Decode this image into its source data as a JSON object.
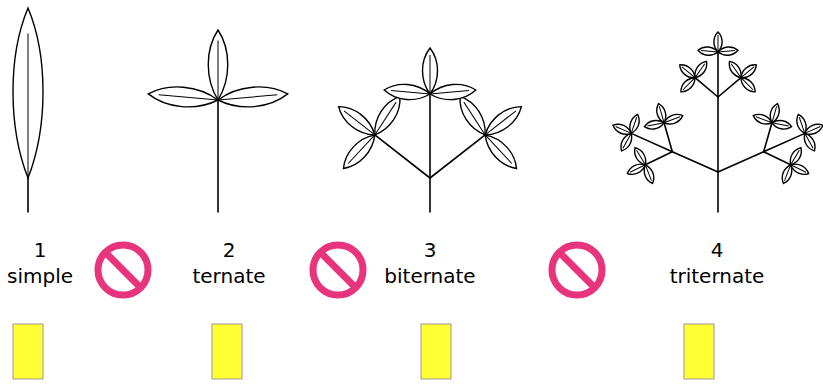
{
  "diagram": {
    "labels": [
      "1",
      "simple",
      "2",
      "ternate",
      "3",
      "biternate",
      "4",
      "triternate"
    ]
  }
}
